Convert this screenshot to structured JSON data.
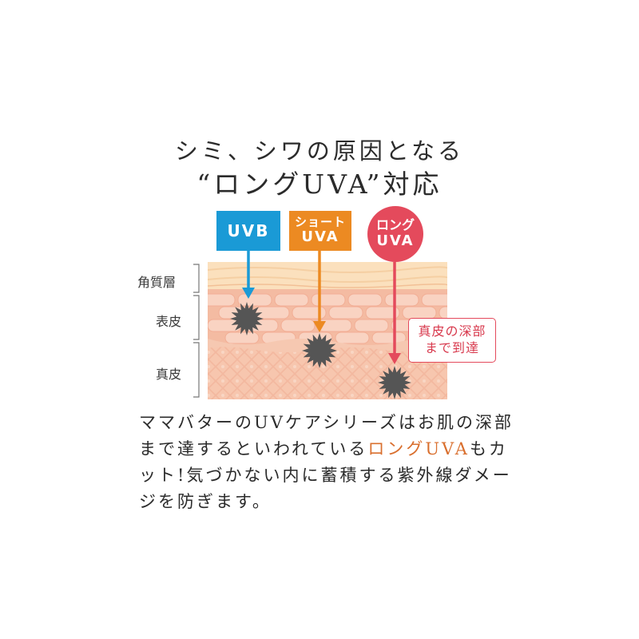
{
  "title": {
    "line1": "シミ、シワの原因となる",
    "line2": "“ロングUVA”対応"
  },
  "tags": {
    "uvb": "UVB",
    "short_line1": "ショート",
    "short_line2": "UVA",
    "long_line1": "ロング",
    "long_line2": "UVA"
  },
  "layers": {
    "stratum": "角質層",
    "epidermis": "表皮",
    "dermis": "真皮"
  },
  "callout": {
    "line1": "真皮の深部",
    "line2": "まで到達"
  },
  "body": {
    "part1": "ママバターのUVケアシリーズはお肌の深部まで達するといわれている",
    "highlight": "ロングUVA",
    "part2": "もカット!気づかない内に蓄積する紫外線ダメージを防ぎます。"
  },
  "colors": {
    "uvb": "#1a9ad6",
    "short_uva": "#ec8a22",
    "long_uva": "#e44a5c",
    "stratum": "#f9d9b3",
    "epidermis": "#f6c3ad",
    "dermis": "#f7c8b3",
    "damage": "#555555"
  }
}
